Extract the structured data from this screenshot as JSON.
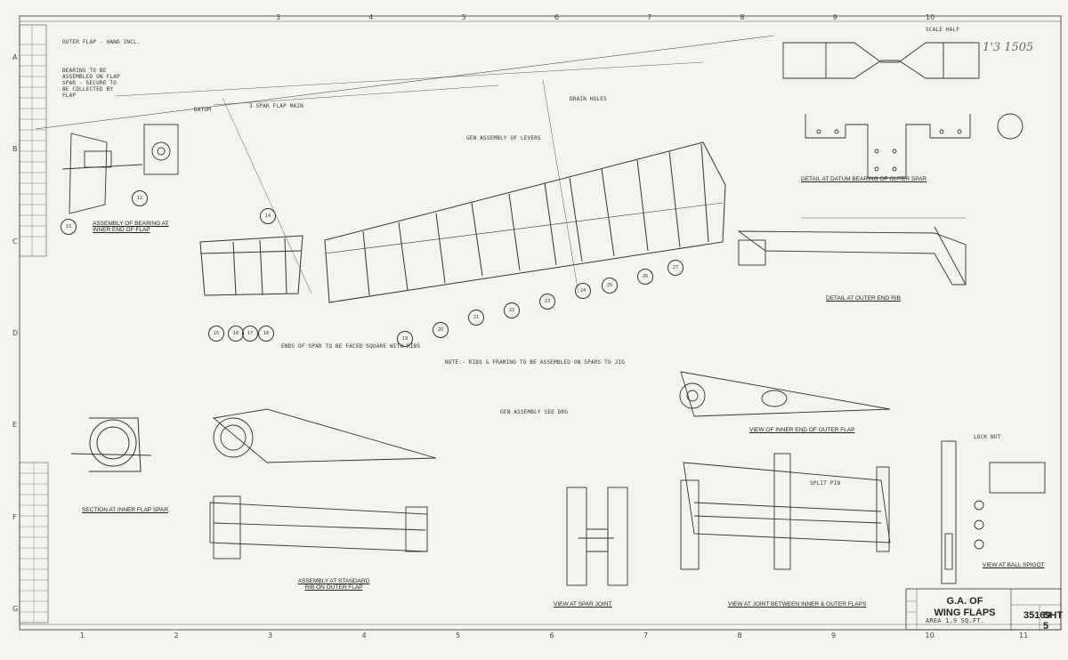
{
  "drawing": {
    "title_line1": "G.A. OF",
    "title_line2": "WING FLAPS",
    "drawing_number": "35169",
    "sheet": "SHT 5",
    "scale_note": "AREA 1.9 SQ.FT.",
    "top_left_note": "OUTER FLAP - HAND INCL.",
    "top_right_note": "SCALE HALF",
    "handwritten_ref": "1'3  1505"
  },
  "column_numbers": [
    "3",
    "4",
    "5",
    "6",
    "7",
    "8",
    "9",
    "10"
  ],
  "bottom_column_numbers": [
    "1",
    "2",
    "3",
    "4",
    "5",
    "6",
    "7",
    "8",
    "9",
    "10",
    "11"
  ],
  "row_letters": [
    "A",
    "B",
    "C",
    "D",
    "E",
    "F",
    "G"
  ],
  "view_titles": {
    "bearing_assembly": "ASSEMBLY OF BEARING AT INNER END OF FLAP",
    "datum_bearing": "DETAIL AT DATUM BEARING OF OUTER SPAR",
    "outer_end_rib": "DETAIL AT OUTER END RIB",
    "inner_flap_spar": "SECTION AT INNER FLAP SPAR",
    "standard_rib": "ASSEMBLY AT STANDARD RIB ON OUTER FLAP",
    "spar_joint": "VIEW AT SPAR JOINT",
    "joint_inner_outer": "VIEW AT JOINT BETWEEN INNER & OUTER FLAPS",
    "inner_end_outer_flap": "VIEW OF INNER END OF OUTER FLAP",
    "ball_spigot": "VIEW AT BALL SPIGOT"
  },
  "notes": {
    "n1": "BEARING TO BE ASSEMBLED ON FLAP SPAR - SECURE TO BE COLLECTED BY FLAP",
    "n2": "3 SPAR FLAP MAIN",
    "n3": "GEN ASSEMBLY OF LEVERS",
    "n4": "DRAIN HOLES",
    "n5": "NOTE:- RIBS & FRAMING TO BE ASSEMBLED ON SPARS TO JIG",
    "n6": "GEN ASSEMBLY SEE DRG",
    "n7": "ENDS OF SPAR TO BE FACED SQUARE WITH RIBS",
    "n8": "DATUM",
    "n9": "SPLIT PIN",
    "n10": "LOCK NUT"
  },
  "callouts": [
    "12",
    "13",
    "14",
    "15",
    "16",
    "17",
    "18",
    "19",
    "20",
    "21",
    "22",
    "23",
    "24",
    "25",
    "26",
    "27"
  ]
}
